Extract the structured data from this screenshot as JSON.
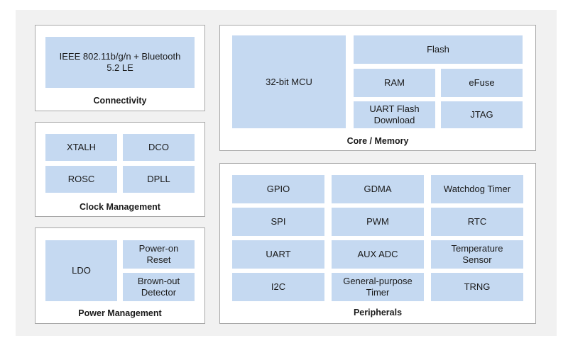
{
  "connectivity": {
    "title": "Connectivity",
    "blocks": [
      "IEEE 802.11b/g/n + Bluetooth 5.2 LE"
    ]
  },
  "clock": {
    "title": "Clock Management",
    "blocks": [
      "XTALH",
      "DCO",
      "ROSC",
      "DPLL"
    ]
  },
  "power": {
    "title": "Power Management",
    "blocks": [
      "LDO",
      "Power-on Reset",
      "Brown-out Detector"
    ]
  },
  "core": {
    "title": "Core / Memory",
    "blocks": [
      "32-bit MCU",
      "Flash",
      "RAM",
      "eFuse",
      "UART Flash Download",
      "JTAG"
    ]
  },
  "peripherals": {
    "title": "Peripherals",
    "blocks": [
      "GPIO",
      "GDMA",
      "Watchdog Timer",
      "SPI",
      "PWM",
      "RTC",
      "UART",
      "AUX ADC",
      "Temperature Sensor",
      "I2C",
      "General-purpose Timer",
      "TRNG"
    ]
  },
  "colors": {
    "block_fill": "#c5d9f1",
    "panel_border": "#a8a8a8",
    "background": "#f1f1f1"
  }
}
